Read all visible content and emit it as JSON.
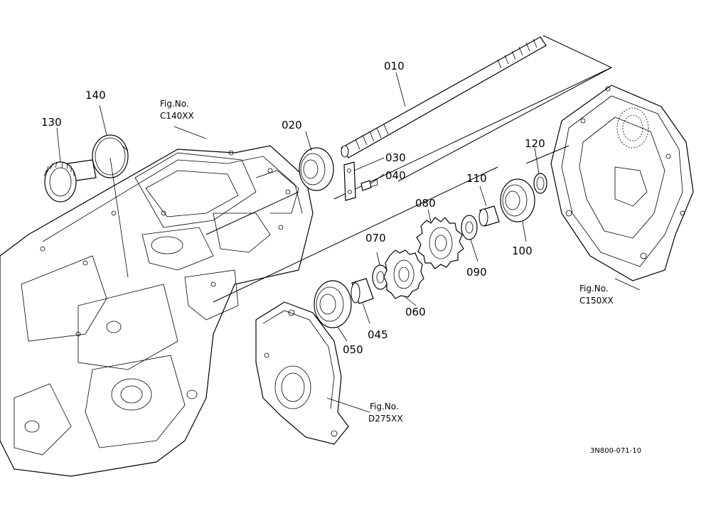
{
  "diagram": {
    "part_labels": [
      "010",
      "020",
      "030",
      "040",
      "045",
      "050",
      "060",
      "070",
      "080",
      "090",
      "100",
      "110",
      "120",
      "130",
      "140"
    ],
    "figure_refs": [
      {
        "line1": "Fig.No.",
        "line2": "C140XX"
      },
      {
        "line1": "Fig.No.",
        "line2": "C150XX"
      },
      {
        "line1": "Fig.No.",
        "line2": "D275XX"
      }
    ],
    "drawing_code": "3N800-071-10"
  }
}
